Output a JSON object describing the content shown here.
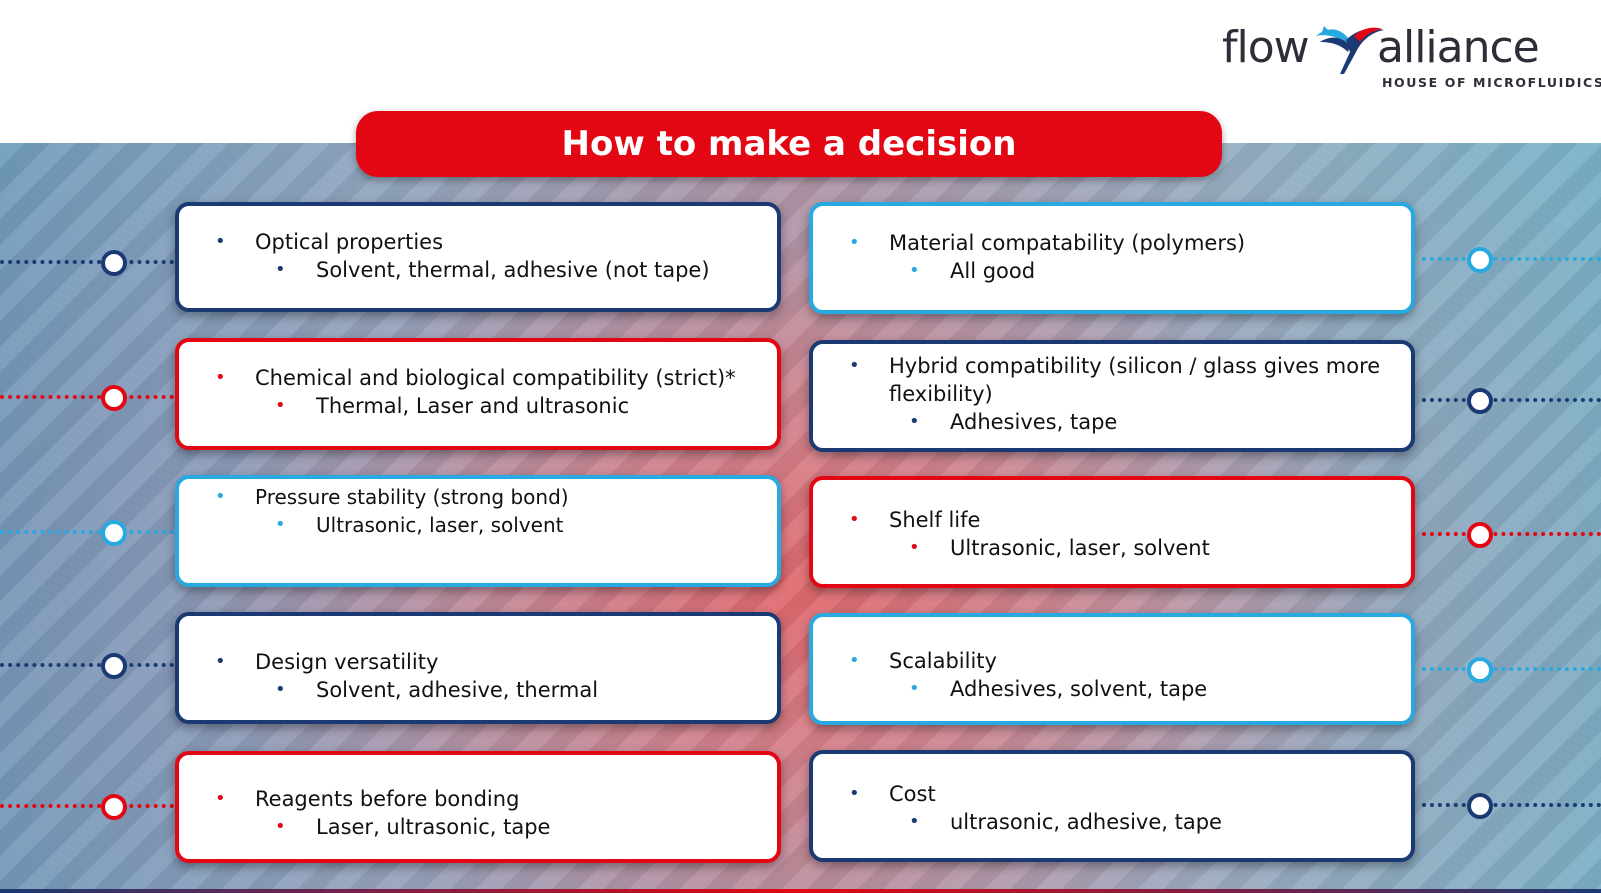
{
  "logo": {
    "word_left": "flow",
    "word_right": "alliance",
    "tagline": "HOUSE OF MICROFLUIDICS"
  },
  "title": "How to make a decision",
  "colors": {
    "red": "#e30613",
    "navy": "#1b3a73",
    "cyan": "#29a9e1"
  },
  "left_cards": [
    {
      "heading": "Optical properties",
      "detail": "Solvent, thermal, adhesive (not tape)",
      "color": "navy"
    },
    {
      "heading": "Chemical and biological compatibility (strict)*",
      "detail": "Thermal, Laser and ultrasonic",
      "color": "red"
    },
    {
      "heading": "Pressure stability (strong bond)",
      "detail": "Ultrasonic, laser, solvent",
      "color": "cyan"
    },
    {
      "heading": "Design versatility",
      "detail": "Solvent, adhesive, thermal",
      "color": "navy"
    },
    {
      "heading": "Reagents before bonding",
      "detail": "Laser, ultrasonic, tape",
      "color": "red"
    }
  ],
  "right_cards": [
    {
      "heading": "Material compatability (polymers)",
      "detail": "All good",
      "color": "cyan"
    },
    {
      "heading": "Hybrid compatibility (silicon / glass gives more flexibility)",
      "detail": "Adhesives, tape",
      "color": "navy"
    },
    {
      "heading": "Shelf life",
      "detail": "Ultrasonic, laser, solvent",
      "color": "red"
    },
    {
      "heading": "Scalability",
      "detail": "Adhesives, solvent, tape",
      "color": "cyan"
    },
    {
      "heading": "Cost",
      "detail": "ultrasonic, adhesive, tape",
      "color": "navy"
    }
  ]
}
